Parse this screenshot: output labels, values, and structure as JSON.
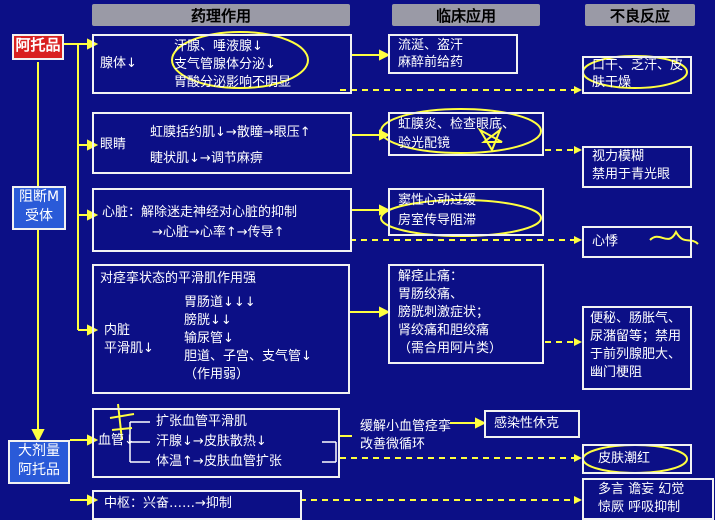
{
  "headers": {
    "pharmacology": "药理作用",
    "clinical": "临床应用",
    "adverse": "不良反应"
  },
  "drug": "阿托品",
  "mechanism": [
    "阻断M",
    "受体"
  ],
  "large_dose": [
    "大剂量",
    "阿托品"
  ],
  "gland": {
    "title": "腺体↓",
    "lines": [
      "汗腺、唾液腺↓",
      "支气管腺体分泌↓",
      "胃酸分泌影响不明显"
    ],
    "clinical": [
      "流涎、盗汗",
      "麻醉前给药"
    ],
    "adverse": "口干、乏汗、皮肤干燥"
  },
  "eye": {
    "title": "眼睛",
    "line1": [
      "虹膜括约肌↓",
      "散瞳",
      "眼压↑"
    ],
    "line2": [
      "睫状肌↓",
      "调节麻痹"
    ],
    "clinical": [
      "虹膜炎、检查眼底、",
      "验光配镜"
    ],
    "adverse": [
      "视力模糊",
      "禁用于青光眼"
    ]
  },
  "heart": {
    "line1": "心脏：解除迷走神经对心脏的抑制",
    "line2": [
      "心脏",
      "心率↑",
      "传导↑"
    ],
    "clinical": [
      "窦性心动过缓",
      "房室传导阻滞"
    ],
    "adverse": "心悸"
  },
  "smooth": {
    "title": "对痉挛状态的平滑肌作用强",
    "side": [
      "内脏",
      "平滑肌↓"
    ],
    "lines": [
      "胃肠道↓↓↓",
      "膀胱↓↓",
      "输尿管↓",
      "胆道、子宫、支气管↓",
      "（作用弱）"
    ],
    "clinical": [
      "解痉止痛：",
      "胃肠绞痛、",
      "膀胱刺激症状；",
      "肾绞痛和胆绞痛",
      "（需合用阿片类）"
    ],
    "adverse": [
      "便秘、肠胀气、",
      "尿潴留等；禁用",
      "于前列腺肥大、",
      "幽门梗阻"
    ]
  },
  "vessel": {
    "side": "血管↓",
    "lines": [
      "扩张血管平滑肌",
      "汗腺↓",
      "皮肤散热↓",
      "体温↑",
      "皮肤血管扩张"
    ],
    "clinical": [
      "缓解小血管痉挛",
      "改善微循环"
    ],
    "indication": "感染性休克",
    "adverse": "皮肤潮红"
  },
  "cns": {
    "line": [
      "中枢：兴奋……",
      "抑制"
    ],
    "adverse": [
      "多言 谵妄 幻觉",
      "惊厥 呼吸抑制"
    ]
  }
}
